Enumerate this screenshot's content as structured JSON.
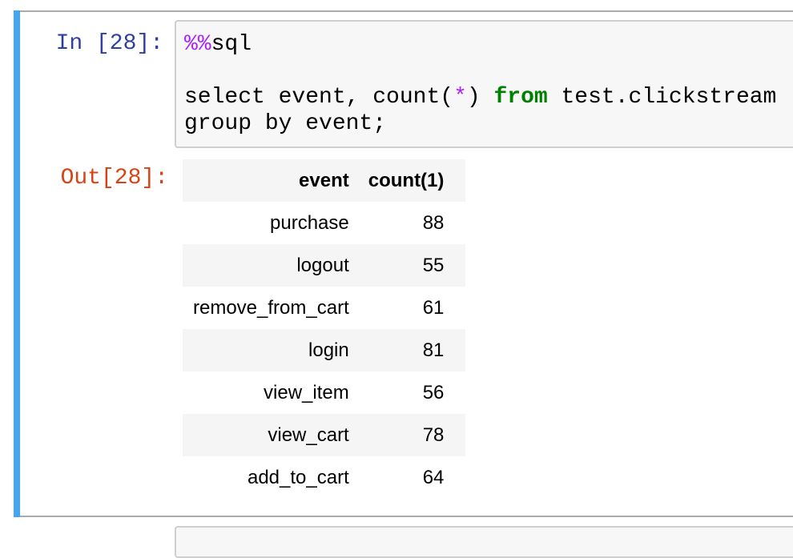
{
  "palette": {
    "selection_blue": "#42A5F5",
    "cell_border_gray": "#ababab",
    "editor_border_gray": "#cfcfcf",
    "editor_bg": "#f7f7f7",
    "table_stripe_bg": "#f5f5f5",
    "in_prompt_color": "#303F9F",
    "out_prompt_color": "#D84315",
    "magic_token_color": "#AA22FF",
    "operator_token_color": "#AA22FF",
    "keyword_token_color": "#008000"
  },
  "cell": {
    "input_prompt": "In [28]:",
    "output_prompt": "Out[28]:",
    "code": {
      "lines": [
        {
          "tokens": [
            {
              "text": "%%",
              "type": "magic"
            },
            {
              "text": "sql",
              "type": "plain"
            }
          ]
        },
        {
          "tokens": []
        },
        {
          "tokens": [
            {
              "text": "select event, count(",
              "type": "plain"
            },
            {
              "text": "*",
              "type": "operator"
            },
            {
              "text": ") ",
              "type": "plain"
            },
            {
              "text": "from",
              "type": "keyword"
            },
            {
              "text": " test.clickstream",
              "type": "plain"
            }
          ]
        },
        {
          "tokens": [
            {
              "text": "group by event;",
              "type": "plain"
            }
          ]
        }
      ]
    },
    "output_table": {
      "headers": [
        "event",
        "count(1)"
      ],
      "rows": [
        [
          "purchase",
          "88"
        ],
        [
          "logout",
          "55"
        ],
        [
          "remove_from_cart",
          "61"
        ],
        [
          "login",
          "81"
        ],
        [
          "view_item",
          "56"
        ],
        [
          "view_cart",
          "78"
        ],
        [
          "add_to_cart",
          "64"
        ]
      ]
    }
  }
}
